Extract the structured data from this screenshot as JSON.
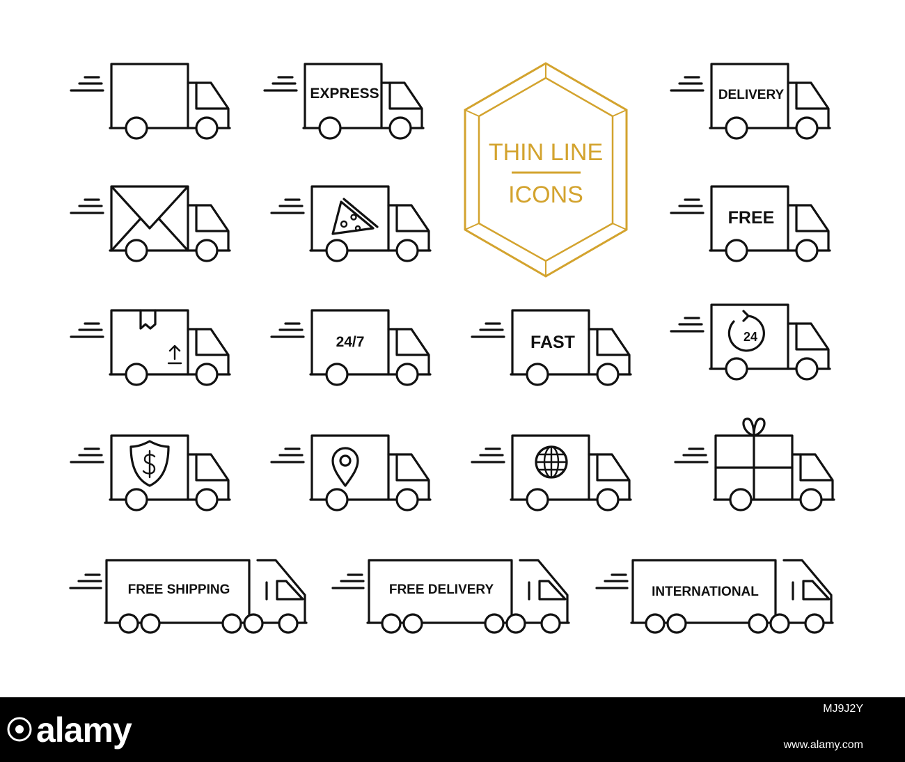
{
  "badge": {
    "line1": "THIN LINE",
    "line2": "ICONS",
    "color": "#D3A32E"
  },
  "icons": {
    "express": "EXPRESS",
    "delivery": "DELIVERY",
    "free": "FREE",
    "twentyfour_seven": "24/7",
    "fast": "FAST",
    "clock24": "24",
    "free_shipping": "FREE SHIPPING",
    "free_delivery": "FREE DELIVERY",
    "international": "INTERNATIONAL"
  },
  "icon_names": [
    "truck-icon",
    "express-truck-icon",
    "delivery-truck-icon",
    "mail-truck-icon",
    "pizza-truck-icon",
    "free-truck-icon",
    "package-truck-icon",
    "24-7-truck-icon",
    "fast-truck-icon",
    "24-hour-truck-icon",
    "insured-truck-icon",
    "location-truck-icon",
    "globe-truck-icon",
    "gift-truck-icon",
    "free-shipping-truck-icon",
    "free-delivery-truck-icon",
    "international-truck-icon"
  ],
  "footer": {
    "brand": "alamy",
    "stock_id": "MJ9J2Y",
    "site": "www.alamy.com"
  }
}
